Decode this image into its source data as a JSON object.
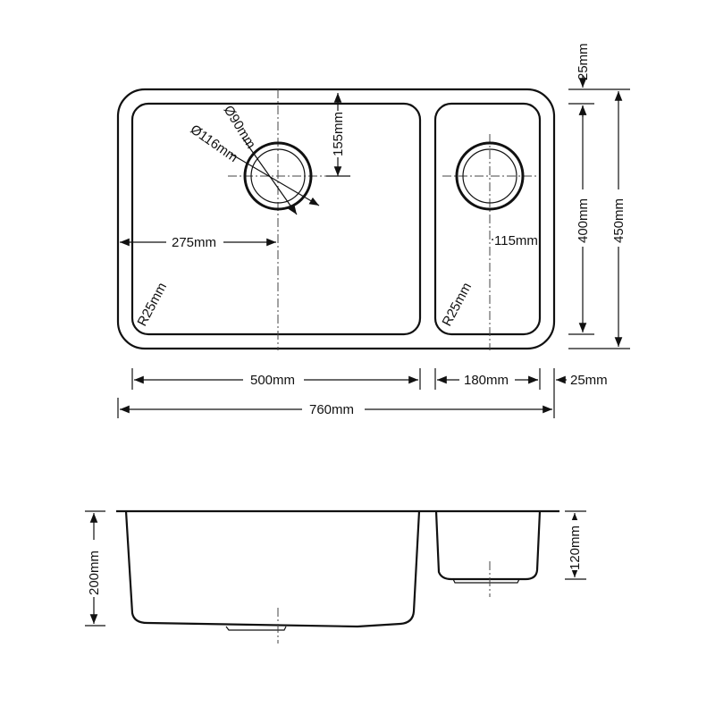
{
  "title": "Double bowl undermount sink dimensions",
  "plan_view": {
    "drain_outer_diameter": "Ø116mm",
    "drain_inner_diameter": "Ø90mm",
    "drain_offset_top": "155mm",
    "drain_offset_left": "275mm",
    "small_bowl_drain_offset": "115mm",
    "corner_radius_left": "R25mm",
    "corner_radius_right": "R25mm",
    "large_bowl_width": "500mm",
    "small_bowl_width": "180mm",
    "rim_width_right": "25mm",
    "overall_width": "760mm",
    "rim_width_top": "25mm",
    "bowl_depth_plan": "400mm",
    "overall_depth": "450mm"
  },
  "side_view": {
    "large_bowl_depth": "200mm",
    "small_bowl_depth": "120mm"
  }
}
